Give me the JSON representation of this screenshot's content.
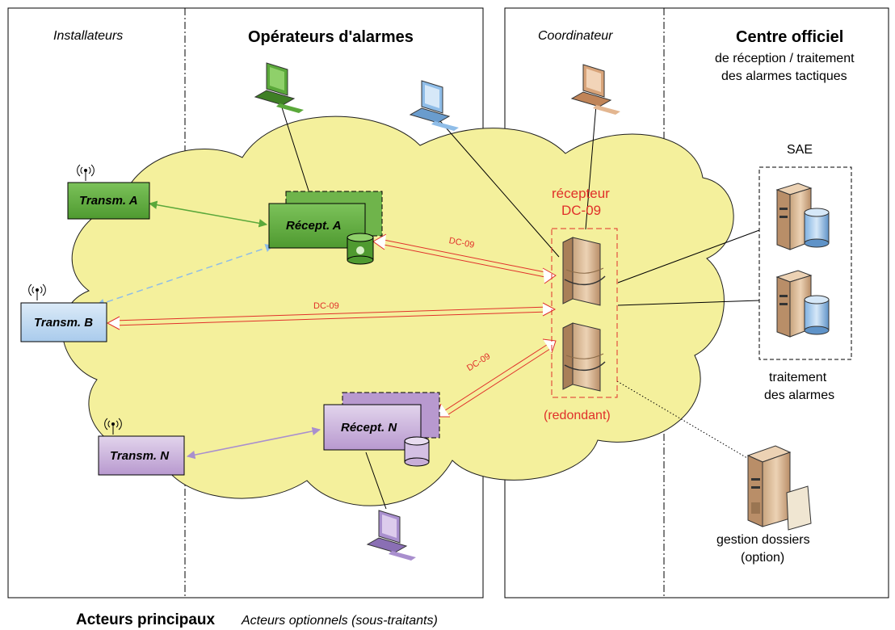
{
  "headers": {
    "installateurs": "Installateurs",
    "operateurs": "Opérateurs d'alarmes",
    "coordinateur": "Coordinateur",
    "centre_title": "Centre officiel",
    "centre_sub1": "de réception / traitement",
    "centre_sub2": "des alarmes tactiques"
  },
  "nodes": {
    "transm_a": "Transm. A",
    "transm_b": "Transm. B",
    "transm_n": "Transm. N",
    "recept_a": "Récept. A",
    "recept_n": "Récept. N",
    "recepteur_line1": "récepteur",
    "recepteur_line2": "DC-09",
    "redondant": "(redondant)",
    "sae": "SAE",
    "traitement_line1": "traitement",
    "traitement_line2": "des alarmes",
    "gestion_line1": "gestion dossiers",
    "gestion_line2": "(option)"
  },
  "link_labels": {
    "dc09_a": "DC-09",
    "dc09_b": "DC-09",
    "dc09_n": "DC-09"
  },
  "legend": {
    "principaux": "Acteurs principaux",
    "optionnels": "Acteurs optionnels (sous-traitants)"
  },
  "colors": {
    "cloud": "#f4f09c",
    "green": "#5aa83a",
    "blue": "#bcd8f0",
    "purple": "#c8aed8",
    "red": "#e0302a",
    "server": "#d8b896",
    "link_blue": "#8fbde8",
    "link_purple": "#a98fce"
  },
  "icons": [
    "computer-icon",
    "server-icon",
    "database-icon",
    "antenna-icon"
  ]
}
